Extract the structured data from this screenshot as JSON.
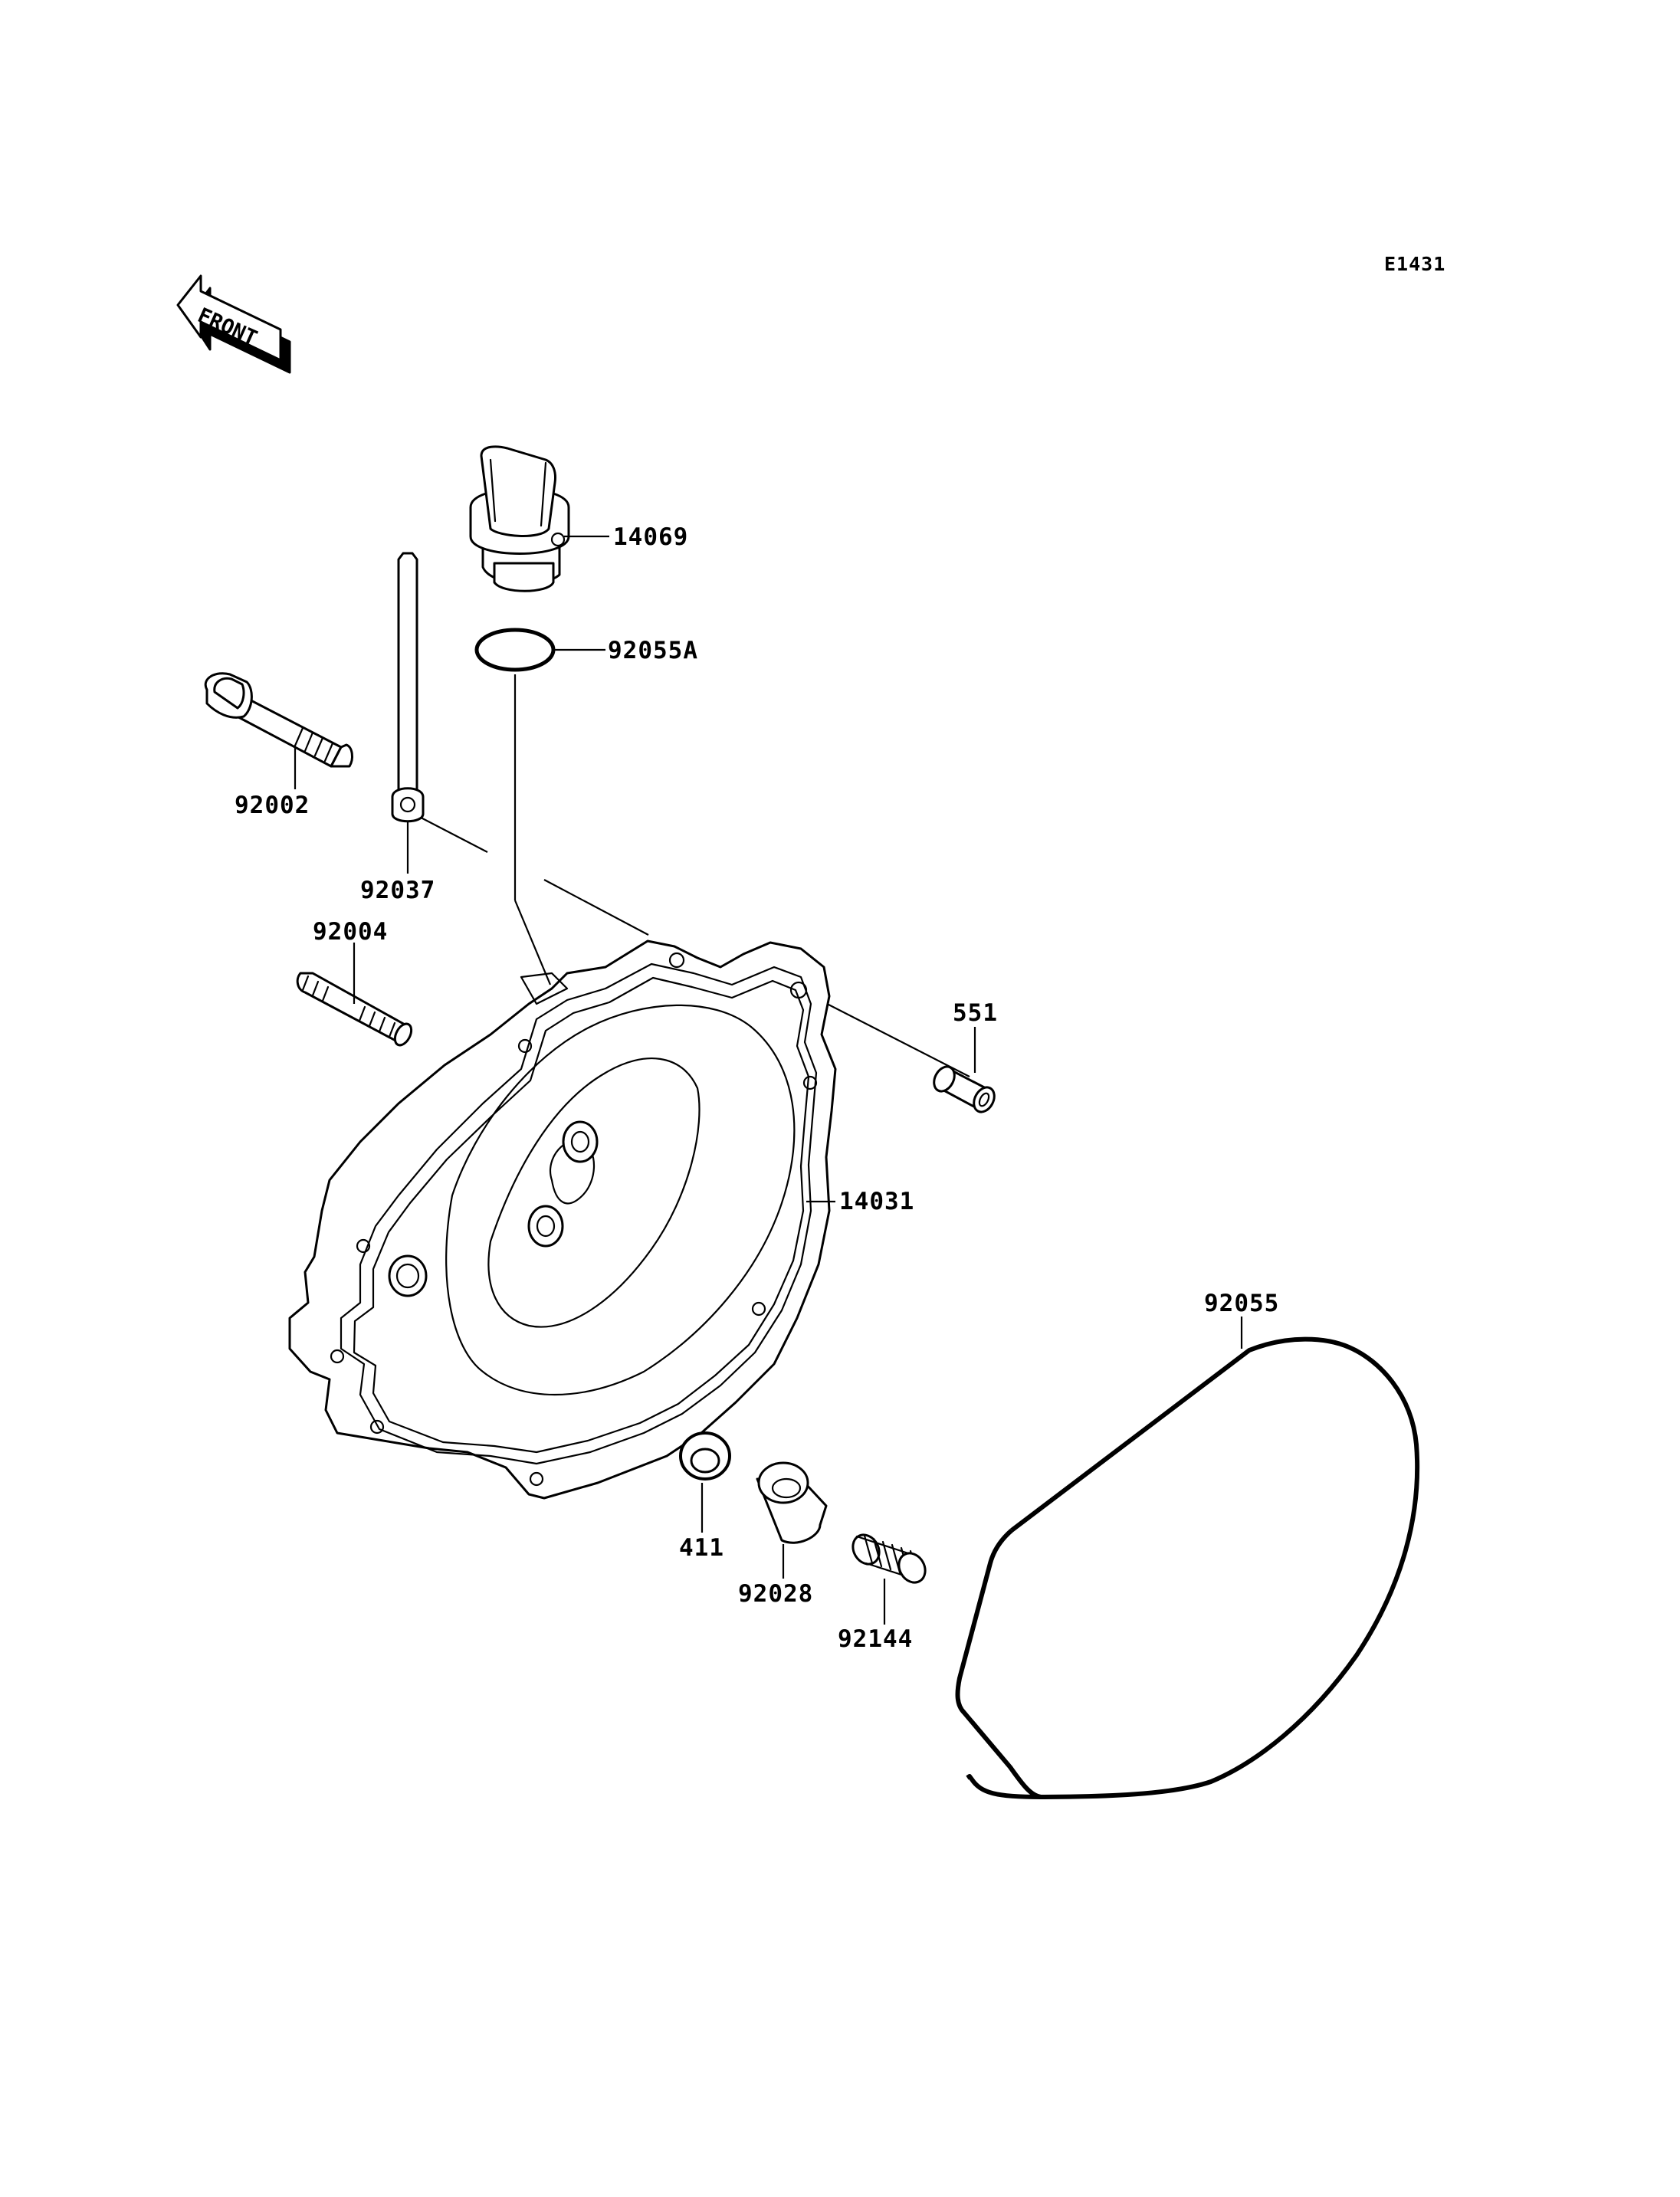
{
  "diagram_code": "E1431",
  "front_label": "FRONT",
  "parts": [
    {
      "id": "p14069",
      "number": "14069",
      "icon": "oil-filler-cap"
    },
    {
      "id": "p92055A",
      "number": "92055A",
      "icon": "o-ring"
    },
    {
      "id": "p92002",
      "number": "92002",
      "icon": "flange-bolt"
    },
    {
      "id": "p92037",
      "number": "92037",
      "icon": "clamp-strap"
    },
    {
      "id": "p92004",
      "number": "92004",
      "icon": "stud-bolt"
    },
    {
      "id": "p551",
      "number": "551",
      "icon": "dowel-pin"
    },
    {
      "id": "p14031",
      "number": "14031",
      "icon": "engine-cover"
    },
    {
      "id": "p92055",
      "number": "92055",
      "icon": "cover-gasket"
    },
    {
      "id": "p411",
      "number": "411",
      "icon": "washer"
    },
    {
      "id": "p92028",
      "number": "92028",
      "icon": "bushing"
    },
    {
      "id": "p92144",
      "number": "92144",
      "icon": "spring"
    }
  ]
}
